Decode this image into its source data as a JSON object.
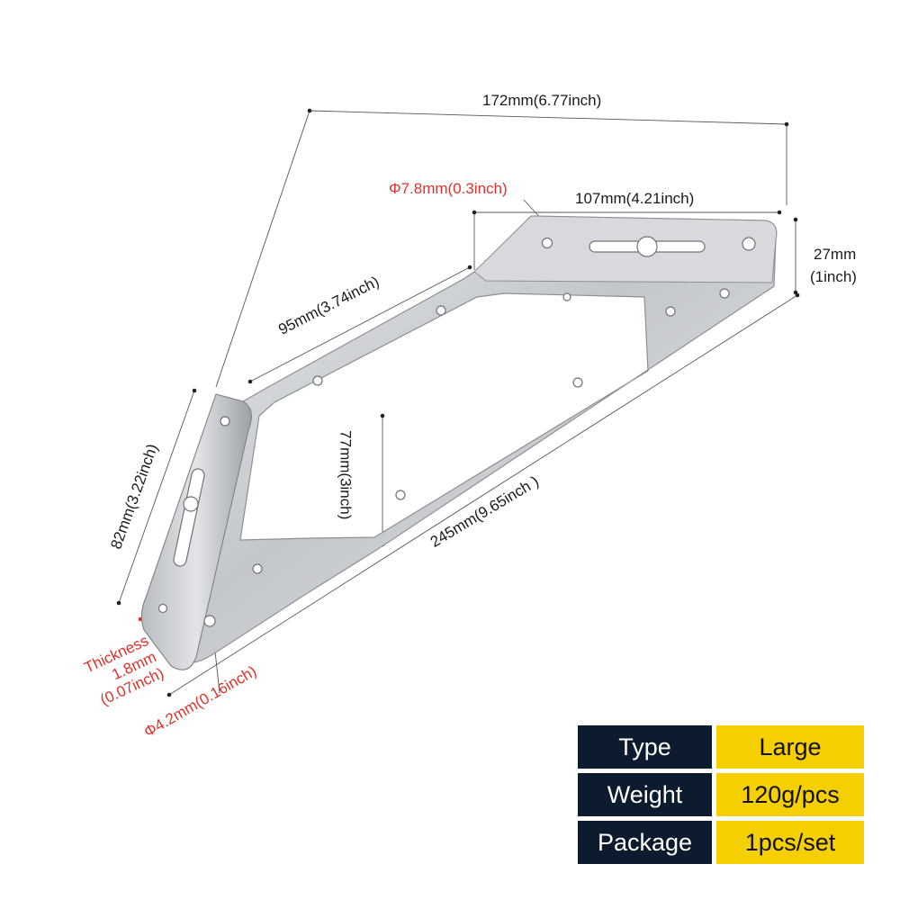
{
  "dimensions": {
    "overall_width": "172mm(6.77inch)",
    "hole_large": "Φ7.8mm(0.3inch)",
    "top_length": "107mm(4.21inch)",
    "top_height_mm": "27mm",
    "top_height_in": "(1inch)",
    "inner_edge": "95mm(3.74inch)",
    "inner_height": "77mm(3inch)",
    "vertical_length": "82mm(3.22inch)",
    "diagonal_length": "245mm(9.65inch )",
    "thickness_label": "Thickness",
    "thickness_mm": "1.8mm",
    "thickness_in": "(0.07inch)",
    "hole_small": "Φ4.2mm(0.16inch)"
  },
  "spec_table": [
    {
      "key": "Type",
      "value": "Large"
    },
    {
      "key": "Weight",
      "value": "120g/pcs"
    },
    {
      "key": "Package",
      "value": "1pcs/set"
    }
  ],
  "colors": {
    "label_red": "#e0312b",
    "table_key_bg": "#0d1b2e",
    "table_value_bg": "#f5cf00",
    "steel": "#c9ccd0"
  }
}
